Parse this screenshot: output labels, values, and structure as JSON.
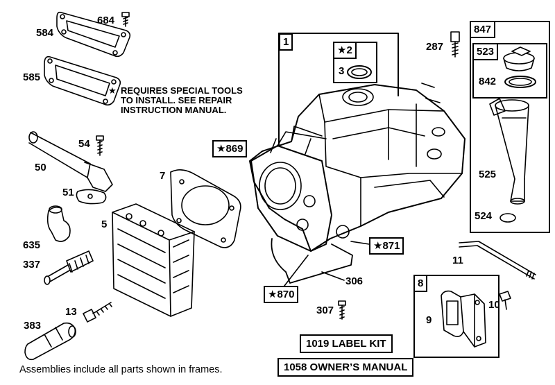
{
  "labels": {
    "p684": "684",
    "p584": "584",
    "p585": "585",
    "p54": "54",
    "p50": "50",
    "p51": "51",
    "p7": "7",
    "p5": "5",
    "p635": "635",
    "p337": "337",
    "p13": "13",
    "p383": "383",
    "p1": "1",
    "p2": "★2",
    "p3": "3",
    "p869": "★869",
    "p871": "★871",
    "p870": "★870",
    "p306": "306",
    "p307": "307",
    "p287": "287",
    "p847": "847",
    "p523": "523",
    "p842": "842",
    "p525": "525",
    "p524": "524",
    "p11": "11",
    "p8": "8",
    "p9": "9",
    "p10": "10"
  },
  "note": {
    "star": "★",
    "line1": "REQUIRES SPECIAL TOOLS",
    "line2": "TO INSTALL.  SEE REPAIR",
    "line3": "INSTRUCTION MANUAL."
  },
  "kits": {
    "label_kit": "1019 LABEL KIT",
    "owners_manual": "1058 OWNER’S MANUAL"
  },
  "footer": "Assemblies include all parts shown in frames."
}
